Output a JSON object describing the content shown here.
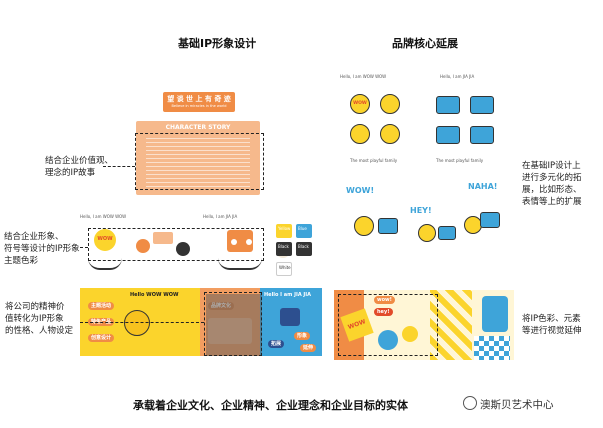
{
  "titles": {
    "left": "基础IP形象设计",
    "right": "品牌核心延展",
    "bottom": "承载着企业文化、企业精神、企业理念和企业目标的实体"
  },
  "notes": {
    "story": [
      "结合企业价值观、",
      "理念的IP故事"
    ],
    "color": [
      "结合企业形象、",
      "符号等设计的IP形象",
      "主题色彩"
    ],
    "personality": [
      "将公司的精神价",
      "值转化为IP形象",
      "的性格、人物设定"
    ],
    "extension": [
      "在基础IP设计上",
      "进行多元化的拓",
      "展，比如形态、",
      "表情等上的扩展"
    ],
    "visual": [
      "将IP色彩、元素",
      "等进行视觉延伸"
    ]
  },
  "story_card": {
    "banner": "望 谈 世 上 有 奇 迹",
    "banner_sub": "Believe in miracles in the world",
    "heading": "CHARACTER STORY"
  },
  "mascots": {
    "wow": "WOW",
    "naha": "NAHA!",
    "hey": "HEY!",
    "wow2": "WOW!"
  },
  "palette": {
    "hello_wow": "Hello, I am WOW WOW",
    "hello_jia": "Hello, I am JIA JIA",
    "swatch_labels": [
      "Yellow",
      "Blue",
      "Black",
      "Black",
      "White"
    ]
  },
  "ext_labels": {
    "hello_wow": "Hello, I am WOW WOW",
    "hello_jia": "Hello, I am JIA JIA",
    "cap1": "The most playful family",
    "cap2": "The most playful family"
  },
  "poster": {
    "wow_title": "Hello WOW WOW",
    "jia_title": "Hello I am JIA JIA",
    "tags": [
      "主题活动",
      "特色产品",
      "创意设计",
      "品牌文化",
      "形象",
      "拓展",
      "延伸"
    ]
  },
  "brand_banner": {
    "tag1": "wow!",
    "tag2": "hey!",
    "tag3": "WOW"
  },
  "watermark": "澳斯贝艺术中心",
  "colors": {
    "orange": "#f08c45",
    "peach": "#f6b98c",
    "yellow": "#fbd42c",
    "blue": "#3ea4d9",
    "navy": "#2d4f8f"
  }
}
